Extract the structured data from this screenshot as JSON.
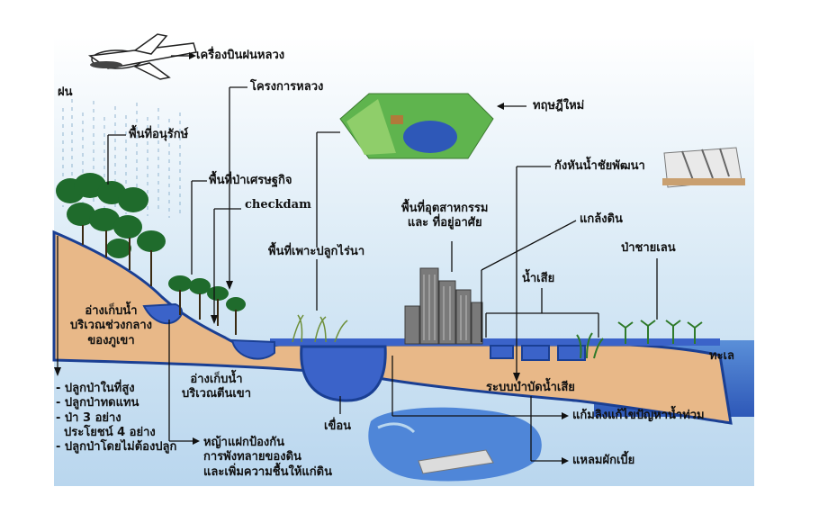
{
  "labels": {
    "plane": "เครื่องบินฝนหลวง",
    "rain": "ฝน",
    "royal_project": "โครงการหลวง",
    "new_theory": "ทฤษฎีใหม่",
    "conservation_area": "พื้นที่อนุรักษ์",
    "economic_forest": "พื้นที่ป่าเศรษฐกิจ",
    "checkdam": "checkdam",
    "farmland": "พื้นที่เพาะปลูกไร่นา",
    "industrial_residential": "พื้นที่อุตสาหกรรม\nและ ที่อยู่อาศัย",
    "chaipattana_aerator": "กังหันน้ำชัยพัฒนา",
    "monkey_cheek": "แกล้งดิน",
    "mangrove": "ป่าชายเลน",
    "wastewater": "น้ำเสีย",
    "mid_reservoir": "อ่างเก็บน้ำ\nบริเวณช่วงกลาง\nของภูเขา",
    "foot_reservoir": "อ่างเก็บน้ำ\nบริเวณตีนเขา",
    "sea": "ทะเล",
    "treatment_system": "ระบบบำบัดน้ำเสีย",
    "flood_solution": "แก้มลิงแก้ไขปัญหาน้ำท่วม",
    "dam": "เขื่อน",
    "pakbia": "แหลมผักเบี้ย",
    "vetiver": "หญ้าแฝกป้องกัน\nการพังทลายของดิน\nและเพิ่มความชื้นให้แก่ดิน",
    "forest_list": "- ปลูกป่าในที่สูง\n- ปลูกป่าทดแทน\n- ป่า 3 อย่าง\n  ประโยชน์ 4 อย่าง\n- ปลูกป่าโดยไม่ต้องปลูก"
  },
  "colors": {
    "sky": "#cfe3f2",
    "soil": "#e8b888",
    "soil_edge": "#1a3f93",
    "water": "#3b63c9",
    "tree": "#1f6b2c",
    "field": "#5fb44e",
    "building": "#6b6b6b"
  }
}
